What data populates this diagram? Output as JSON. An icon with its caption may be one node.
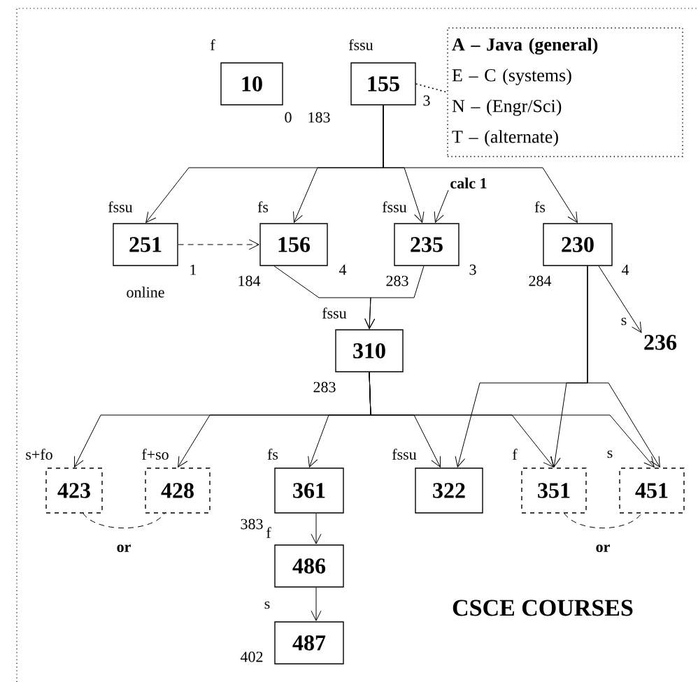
{
  "diagram": {
    "title": "CSCE COURSES",
    "nodes": [
      {
        "text": [
          "10"
        ],
        "beside": [
          "f",
          "0"
        ]
      },
      {
        "text": [
          "155"
        ],
        "beside": [
          "fssu",
          "183",
          "3"
        ]
      },
      {
        "text": [
          "A – Java (general)",
          "E – C (systems)",
          "N – (Engr/Sci)",
          "T – (alternate)"
        ]
      },
      {
        "text": [
          "calc 1"
        ]
      },
      {
        "text": [
          "251"
        ],
        "beside": [
          "fssu",
          "1",
          "online"
        ]
      },
      {
        "text": [
          "156"
        ],
        "beside": [
          "fs",
          "184",
          "4"
        ]
      },
      {
        "text": [
          "235"
        ],
        "beside": [
          "fssu",
          "283",
          "3"
        ]
      },
      {
        "text": [
          "230"
        ],
        "beside": [
          "fs",
          "284",
          "4"
        ]
      },
      {
        "text": [
          "310"
        ],
        "beside": [
          "fssu",
          "283"
        ]
      },
      {
        "text": [
          "236"
        ],
        "beside": [
          "s"
        ]
      },
      {
        "text": [
          "423"
        ],
        "beside": [
          "s+fo"
        ]
      },
      {
        "text": [
          "428"
        ],
        "beside": [
          "f+so"
        ]
      },
      {
        "text": [
          "361"
        ],
        "beside": [
          "fs",
          "383"
        ]
      },
      {
        "text": [
          "322"
        ],
        "beside": [
          "fssu"
        ]
      },
      {
        "text": [
          "351"
        ],
        "beside": [
          "f"
        ]
      },
      {
        "text": [
          "451"
        ],
        "beside": [
          "s"
        ]
      },
      {
        "text": [
          "486"
        ],
        "beside": [
          "f"
        ]
      },
      {
        "text": [
          "487"
        ],
        "beside": [
          "s",
          "402"
        ]
      }
    ],
    "edges": [
      {
        "from": 1,
        "to": 2,
        "arrow": "none",
        "style": "dashed"
      },
      {
        "from": 1,
        "to": 4,
        "arrow": "to"
      },
      {
        "from": 1,
        "to": 5,
        "arrow": "to"
      },
      {
        "from": 1,
        "to": 6,
        "arrow": "to"
      },
      {
        "from": 1,
        "to": 7,
        "arrow": "to"
      },
      {
        "from": 3,
        "to": 6,
        "arrow": "to"
      },
      {
        "from": 4,
        "to": 5,
        "arrow": "to",
        "style": "dashed"
      },
      {
        "from": 5,
        "to": 8,
        "arrow": "to"
      },
      {
        "from": 6,
        "to": 8,
        "arrow": "to"
      },
      {
        "from": 7,
        "to": 9,
        "arrow": "to"
      },
      {
        "from": 8,
        "to": 10,
        "arrow": "to"
      },
      {
        "from": 8,
        "to": 11,
        "arrow": "to"
      },
      {
        "from": 8,
        "to": 12,
        "arrow": "to"
      },
      {
        "from": 8,
        "to": 13,
        "arrow": "to"
      },
      {
        "from": 8,
        "to": 14,
        "arrow": "to"
      },
      {
        "from": 8,
        "to": 15,
        "arrow": "to"
      },
      {
        "from": 7,
        "to": 13,
        "arrow": "to"
      },
      {
        "from": 7,
        "to": 14,
        "arrow": "to"
      },
      {
        "from": 7,
        "to": 15,
        "arrow": "to"
      },
      {
        "from": 12,
        "to": 16,
        "arrow": "to"
      },
      {
        "from": 16,
        "to": 17,
        "arrow": "to"
      },
      {
        "from": 10,
        "to": 11,
        "arrow": "none",
        "style": "dashed",
        "label": "or"
      },
      {
        "from": 14,
        "to": 15,
        "arrow": "none",
        "style": "dashed",
        "label": "or"
      }
    ]
  }
}
